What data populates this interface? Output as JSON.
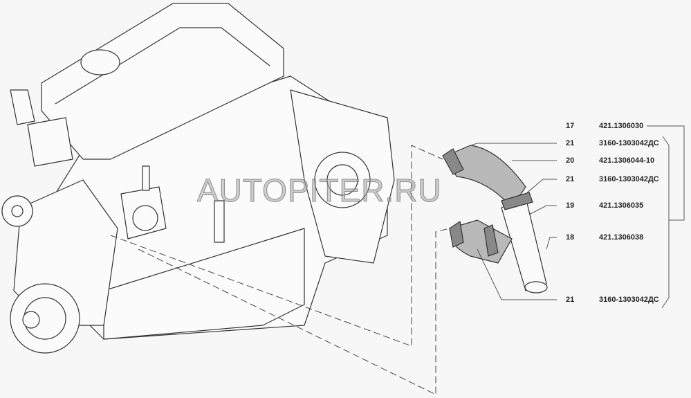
{
  "watermark": "AUTOPITER.RU",
  "parts": [
    {
      "pos": "17",
      "number": "421.1306030"
    },
    {
      "pos": "21",
      "number": "3160-1303042ДС"
    },
    {
      "pos": "20",
      "number": "421.1306044-10"
    },
    {
      "pos": "21",
      "number": "3160-1303042ДС"
    },
    {
      "pos": "19",
      "number": "421.1306035"
    },
    {
      "pos": "18",
      "number": "421.1306038"
    },
    {
      "pos": "21",
      "number": "3160-1303042ДС"
    }
  ]
}
